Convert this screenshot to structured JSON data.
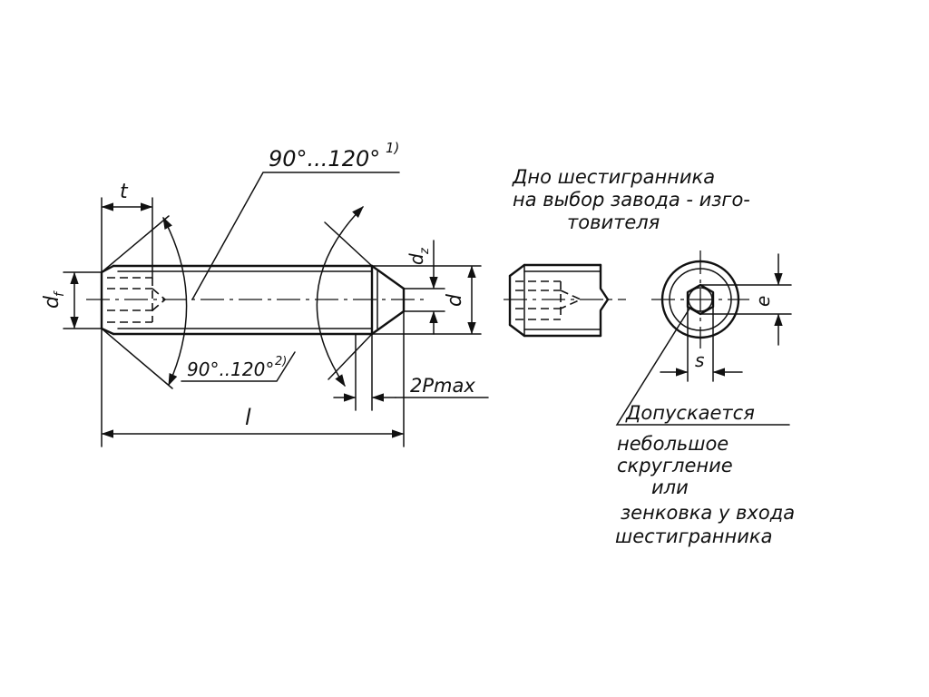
{
  "labels": {
    "angle_top": "90°...120°",
    "angle_top_ref": "1)",
    "angle_bottom": "90°..120°",
    "angle_bottom_ref": "2)",
    "t": "t",
    "df": "d",
    "df_sub": "f",
    "d": "d",
    "dz": "d",
    "dz_sub": "z",
    "l": "l",
    "pmax": "2Pmax",
    "s": "s",
    "e": "e"
  },
  "notes": {
    "hex_bottom": [
      "Дно шестигранника",
      "на выбор завода - изго-",
      "товителя"
    ],
    "rounding_head": "Допускается",
    "rounding_body": [
      "небольшое",
      "скругление",
      "или",
      "зенковка у входа",
      "шестигранника"
    ]
  }
}
